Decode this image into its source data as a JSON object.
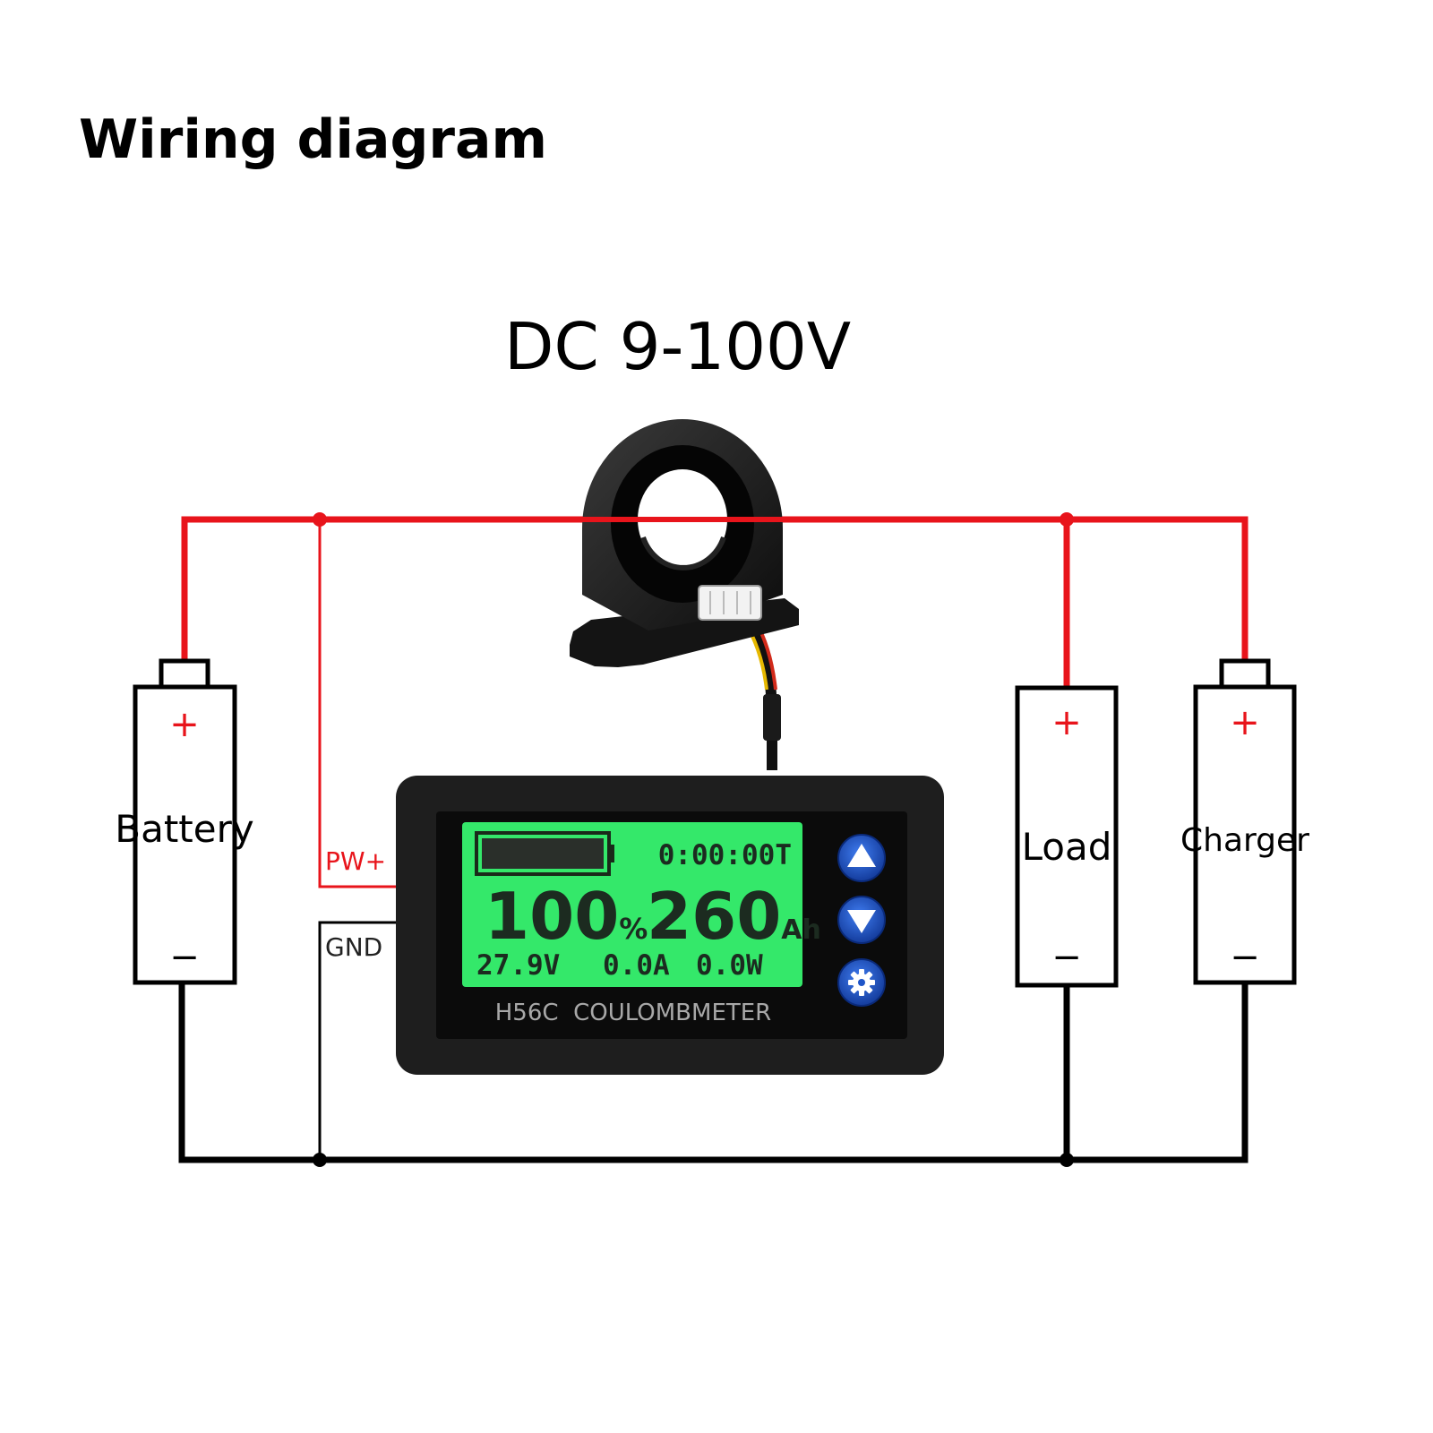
{
  "page_title": "Wiring diagram",
  "voltage_range": "DC 9-100V",
  "terminals": {
    "power_plus": "PW+",
    "ground": "GND"
  },
  "components": {
    "battery": {
      "label": "Battery",
      "plus": "+",
      "minus": "−"
    },
    "load": {
      "label": "Load",
      "plus": "+",
      "minus": "−"
    },
    "charger": {
      "label": "Charger",
      "plus": "+",
      "minus": "−"
    }
  },
  "meter": {
    "model": "H56C  COULOMBMETER",
    "time": "0:00:00T",
    "percent": "100",
    "percent_unit": "%",
    "capacity": "260",
    "capacity_unit": "Ah",
    "voltage": "27.9V",
    "current": "0.0A",
    "power": "0.0W",
    "battery_level": 1.0,
    "buttons": [
      "up-arrow-icon",
      "down-arrow-icon",
      "gear-icon"
    ]
  },
  "colors": {
    "positive_wire": "#e8141b",
    "negative_wire": "#000000",
    "lcd_background": "#34e86a",
    "button_blue": "#1f55c8"
  }
}
